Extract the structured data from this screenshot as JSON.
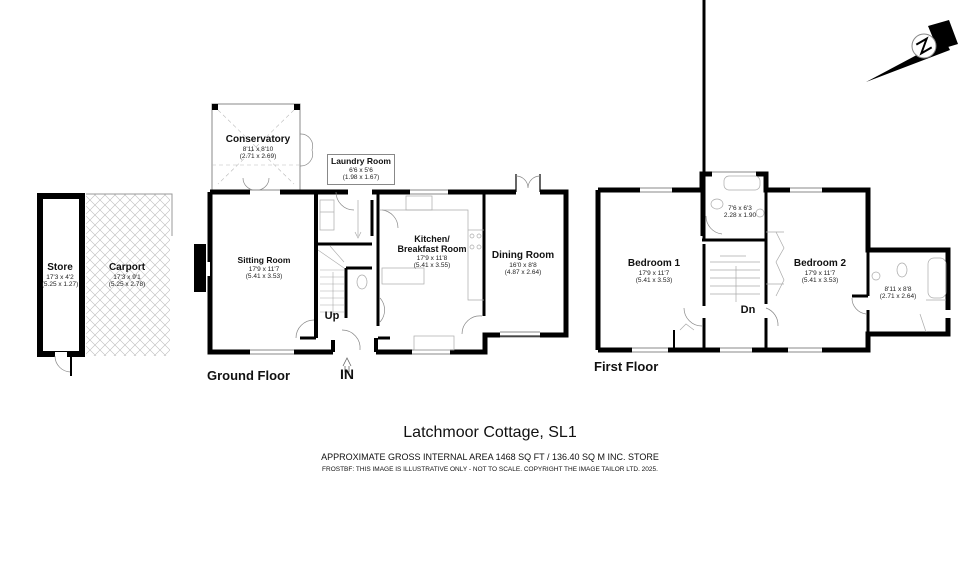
{
  "property": {
    "title": "Latchmoor Cottage, SL1",
    "area_text": "APPROXIMATE GROSS INTERNAL AREA 1468 SQ FT / 136.40 SQ M INC. STORE",
    "disclaimer": "FROSTBF: THIS IMAGE IS ILLUSTRATIVE ONLY - NOT TO SCALE. COPYRIGHT THE IMAGE TAILOR LTD. 2025."
  },
  "compass": {
    "icon": "north-arrow-icon",
    "letter": "N"
  },
  "floors": {
    "ground": {
      "label": "Ground Floor",
      "entrance": "IN",
      "stairs": "Up",
      "rooms": {
        "store": {
          "name": "Store",
          "imperial": "17'3 x 4'2",
          "metric": "(5.25 x 1.27)"
        },
        "carport": {
          "name": "Carport",
          "imperial": "17'3 x 9'1",
          "metric": "(5.25 x 2.78)"
        },
        "conservatory": {
          "name": "Conservatory",
          "imperial": "8'11 x 8'10",
          "metric": "(2.71 x 2.69)"
        },
        "laundry": {
          "name": "Laundry Room",
          "imperial": "6'6 x 5'6",
          "metric": "(1.98 x 1.67)"
        },
        "sitting": {
          "name": "Sitting Room",
          "imperial": "17'9 x 11'7",
          "metric": "(5.41 x 3.53)"
        },
        "kitchen": {
          "name": "Kitchen/",
          "name2": "Breakfast Room",
          "imperial": "17'9 x 11'8",
          "metric": "(5.41 x 3.55)"
        },
        "dining": {
          "name": "Dining Room",
          "imperial": "16'0 x 8'8",
          "metric": "(4.87 x 2.64)"
        }
      }
    },
    "first": {
      "label": "First Floor",
      "stairs": "Dn",
      "rooms": {
        "bedroom1": {
          "name": "Bedroom 1",
          "imperial": "17'9 x 11'7",
          "metric": "(5.41 x 3.53)"
        },
        "bathroom": {
          "imperial": "7'6 x 6'3",
          "metric": "2.28 x 1.90"
        },
        "bedroom2": {
          "name": "Bedroom 2",
          "imperial": "17'9 x 11'7",
          "metric": "(5.41 x 3.53)"
        },
        "ensuite": {
          "imperial": "8'11 x 8'8",
          "metric": "(2.71 x 2.64)"
        }
      }
    }
  }
}
